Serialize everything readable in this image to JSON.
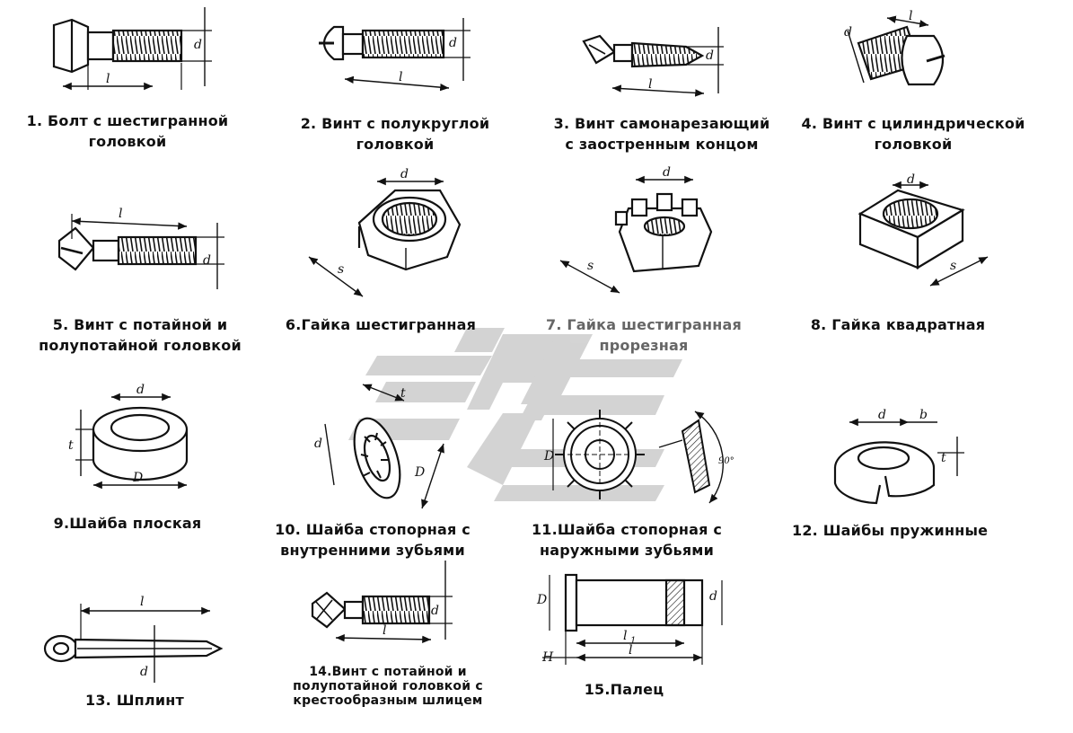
{
  "colors": {
    "ink": "#111111",
    "watermark": "#cfcfcf",
    "background": "#ffffff"
  },
  "watermark": {
    "name": "stylized-gear-logo"
  },
  "items": [
    {
      "caption": [
        "1. Болт  с шестигранной",
        "головкой"
      ]
    },
    {
      "caption": [
        "2. Винт  с полукруглой",
        "головкой"
      ]
    },
    {
      "caption": [
        "3. Винт самонарезающий",
        "с заостренным концом"
      ]
    },
    {
      "caption": [
        "4. Винт  с цилиндрической",
        "головкой"
      ]
    },
    {
      "caption": [
        "5. Винт  с потайной и",
        "полупотайной головкой"
      ]
    },
    {
      "caption": [
        "6.Гайка шестигранная"
      ]
    },
    {
      "caption": [
        "7. Гайка шестигранная",
        "прорезная"
      ]
    },
    {
      "caption": [
        "8. Гайка квадратная"
      ]
    },
    {
      "caption": [
        "9.Шайба  плоская"
      ]
    },
    {
      "caption": [
        "10. Шайба  стопорная с",
        "внутренними зубьями"
      ]
    },
    {
      "caption": [
        "11.Шайба  стопорная с",
        "наружными зубьями"
      ]
    },
    {
      "caption": [
        "12. Шайбы пружинные"
      ]
    },
    {
      "caption": [
        "13. Шплинт"
      ]
    },
    {
      "caption": [
        "14.Винт  с потайной и",
        "полупотайной головкой с",
        "крестообразным шлицем"
      ]
    },
    {
      "caption": [
        "15.Палец"
      ]
    }
  ],
  "dimension_labels": {
    "d": "d",
    "l": "l",
    "s": "s",
    "D": "D",
    "t": "t",
    "b": "b",
    "l1": "l",
    "l1_sub": "1",
    "H": "H",
    "angle": "90°"
  }
}
